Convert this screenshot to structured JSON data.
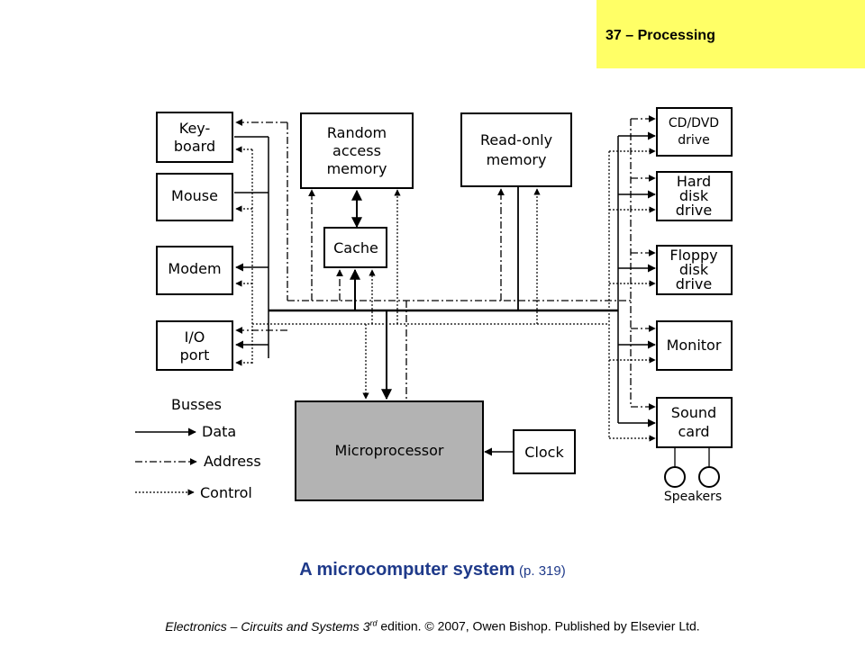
{
  "header": {
    "chapter": "37 – Processing"
  },
  "diagram": {
    "blocks": {
      "keyboard": [
        "Key-",
        "board"
      ],
      "mouse": [
        "Mouse"
      ],
      "modem": [
        "Modem"
      ],
      "io_port": [
        "I/O",
        "port"
      ],
      "ram": [
        "Random",
        "access",
        "memory"
      ],
      "rom": [
        "Read-only",
        "memory"
      ],
      "cache": [
        "Cache"
      ],
      "cd_dvd": [
        "CD/DVD",
        "drive"
      ],
      "hard_disk": [
        "Hard",
        "disk",
        "drive"
      ],
      "floppy": [
        "Floppy",
        "disk",
        "drive"
      ],
      "monitor": [
        "Monitor"
      ],
      "sound_card": [
        "Sound",
        "card"
      ],
      "microprocessor": [
        "Microprocessor"
      ],
      "clock": [
        "Clock"
      ],
      "speakers": "Speakers"
    },
    "legend": {
      "title": "Busses",
      "data": "Data",
      "address": "Address",
      "control": "Control"
    },
    "colors": {
      "microprocessor_fill": "#b3b3b3",
      "line": "#000000"
    }
  },
  "caption": {
    "title": "A microcomputer system",
    "page_ref": "(p. 319)"
  },
  "footer": {
    "before_sup": "Electronics – Circuits and Systems 3",
    "sup": "rd",
    "after_sup": " edition. © 2007, Owen Bishop. Published by Elsevier Ltd."
  }
}
